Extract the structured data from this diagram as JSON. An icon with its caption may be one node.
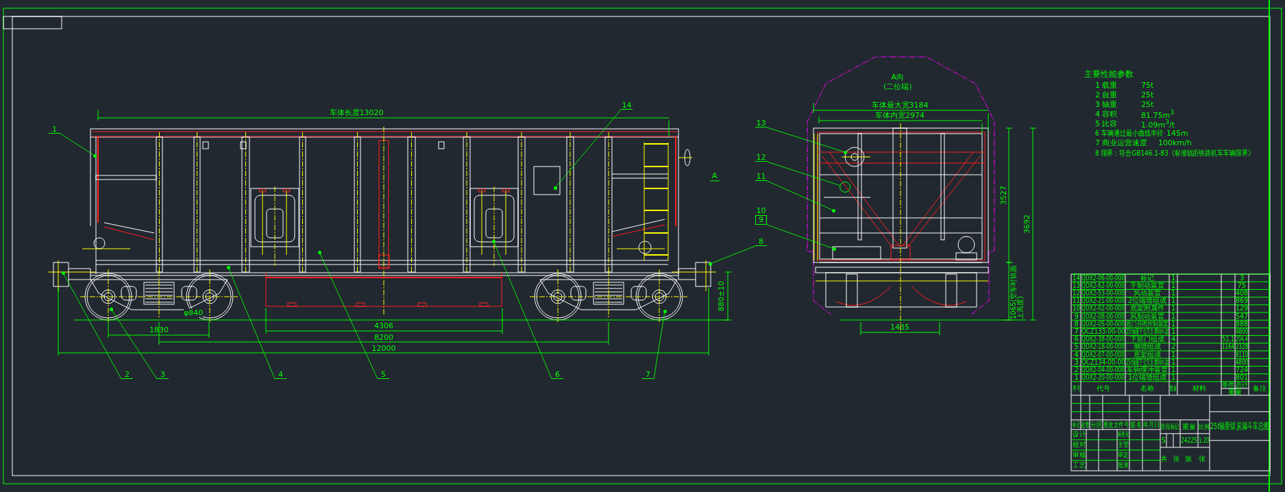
{
  "diagram": {
    "title": "25t轴重煤炭漏斗车总图",
    "nodes": [
      {
        "text": [
          "1"
        ]
      },
      {
        "text": [
          "2"
        ]
      },
      {
        "text": [
          "3"
        ]
      },
      {
        "text": [
          "4"
        ]
      },
      {
        "text": [
          "5"
        ]
      },
      {
        "text": [
          "6"
        ]
      },
      {
        "text": [
          "7"
        ]
      },
      {
        "text": [
          "8"
        ]
      },
      {
        "text": [
          "9"
        ]
      },
      {
        "text": [
          "10"
        ]
      },
      {
        "text": [
          "11"
        ]
      },
      {
        "text": [
          "12"
        ]
      },
      {
        "text": [
          "13"
        ]
      },
      {
        "text": [
          "14"
        ]
      },
      {
        "text": [],
        "shape": "circle"
      },
      {
        "text": [],
        "shape": "circle"
      },
      {
        "text": [],
        "shape": "circle"
      },
      {
        "text": [],
        "shape": "circle"
      },
      {
        "text": [],
        "shape": "circle"
      },
      {
        "text": [],
        "shape": "circle"
      },
      {
        "text": [],
        "shape": "circle"
      },
      {
        "text": [],
        "shape": "circle"
      },
      {
        "text": [],
        "shape": "circle"
      },
      {
        "text": [],
        "shape": "circle"
      },
      {
        "text": [],
        "shape": "circle"
      },
      {
        "text": [],
        "shape": "circle"
      },
      {
        "text": [],
        "shape": "circle"
      }
    ],
    "edges": [
      {
        "from": 0,
        "to": 15,
        "arrow": "none"
      },
      {
        "from": 1,
        "to": 16,
        "arrow": "none"
      },
      {
        "from": 2,
        "to": 17,
        "arrow": "none"
      },
      {
        "from": 3,
        "to": 18,
        "arrow": "none"
      },
      {
        "from": 4,
        "to": 19,
        "arrow": "none"
      },
      {
        "from": 5,
        "to": 20,
        "arrow": "none"
      },
      {
        "from": 6,
        "to": 21,
        "arrow": "none"
      },
      {
        "from": 7,
        "to": 22,
        "arrow": "none"
      },
      {
        "from": 8,
        "to": 23,
        "arrow": "none"
      },
      {
        "from": 9,
        "to": 23,
        "arrow": "none"
      },
      {
        "from": 10,
        "to": 24,
        "arrow": "none"
      },
      {
        "from": 11,
        "to": 14,
        "arrow": "none"
      },
      {
        "from": 12,
        "to": 25,
        "arrow": "none"
      },
      {
        "from": 13,
        "to": 26,
        "arrow": "none"
      }
    ],
    "labels": [
      "车体长度13020",
      "A",
      "φ840",
      "1830",
      "4306",
      "8200",
      "12000",
      "880±10",
      "A向",
      "(二位端)",
      "车体最大宽3184",
      "车体内宽2974",
      "3527",
      "3692",
      "1065(空车时轨面上高度)",
      "1435",
      "主要性能参数",
      "1 载重",
      "75t",
      "2 自重",
      "25t",
      "3 轴重",
      "25t",
      "4 容积",
      "81.75m$^{3}$",
      "5 比容",
      "1.09m$^{3}$/t",
      "6 车辆通过最小曲线半径",
      "145m",
      "7 商业运营速度",
      "100km/h",
      "8 限界：符合GB146.1-83《标准轨距铁路机车车辆限界》",
      "14",
      "QDX2-06-00-000",
      "标记",
      "1",
      "3",
      "13",
      "QDX2-62-00-000",
      "手制动装置",
      "1",
      "75",
      "12",
      "QDX2-53-00-000",
      "风动装置",
      "1",
      "408",
      "11",
      "QDX2-21-00-000",
      "2位端墙组成",
      "1",
      "869",
      "10",
      "QDX2-02-00-000",
      "底架附属件",
      "1",
      "129",
      "9",
      "QDX2-08-00-000",
      "风制动装置",
      "1",
      "547",
      "8",
      "QDX2-05-00-000",
      "底门开闭控制装置",
      "1",
      "888",
      "7",
      "QCZ133-00-00",
      "25t轴重下交叉支撑转向架",
      "1",
      "4800",
      "6",
      "QDX2-38-00-000",
      "下部门组成",
      "4",
      "51.1",
      "204.4",
      "5",
      "QDX2-18-00-000",
      "侧墙组成",
      "2",
      "1164",
      "2328",
      "4",
      "QDX2-07-00-000",
      "底架组成",
      "1",
      "8110",
      "3",
      "QCZ134-00-00",
      "25t轴重下交叉支撑转向架",
      "1",
      "4800",
      "2",
      "QDX2-04-00-000",
      "车钩缓冲装置",
      "1",
      "724",
      "1",
      "QDX2-20-00-000",
      "1位端墙组成",
      "1",
      "801",
      "序号",
      "代号",
      "名称",
      "数量",
      "材料",
      "单件",
      "总计",
      "重量",
      "备注",
      "标记",
      "处数",
      "分区",
      "更改文件号",
      "签名",
      "年月日",
      "设计",
      "标准化",
      "校对",
      "主管",
      "审核",
      "审定",
      "工艺",
      "批准",
      "阶段标记",
      "重量",
      "比例",
      "S",
      "24225",
      "1:20",
      "共　张",
      "第　张"
    ]
  }
}
